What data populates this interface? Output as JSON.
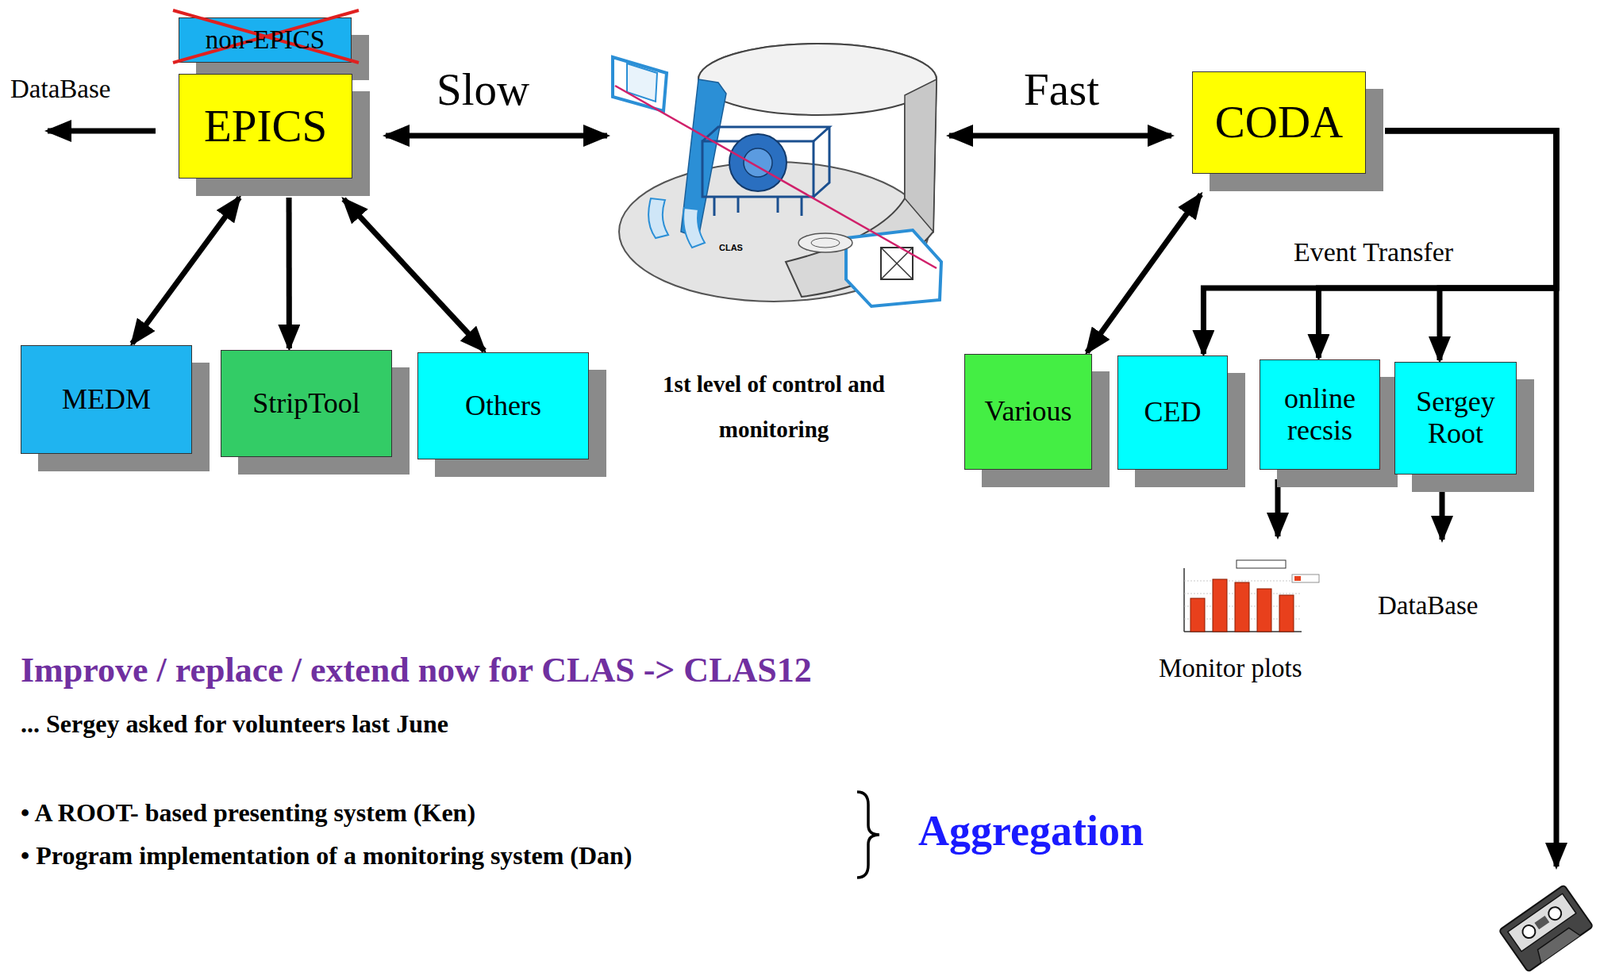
{
  "diagram": {
    "nodes": [
      {
        "text": [
          "non-EPICS"
        ]
      },
      {
        "text": [
          "EPICS"
        ]
      },
      {
        "text": [
          "CODA"
        ]
      },
      {
        "text": [
          "MEDM"
        ]
      },
      {
        "text": [
          "StripTool"
        ]
      },
      {
        "text": [
          "Others"
        ]
      },
      {
        "text": [
          "Various"
        ]
      },
      {
        "text": [
          "CED"
        ]
      },
      {
        "text": [
          "online recsis"
        ]
      },
      {
        "text": [
          "Sergey Root"
        ]
      }
    ],
    "edges": [
      {
        "from": 1,
        "to": 3,
        "arrow": "both"
      },
      {
        "from": 1,
        "to": 4,
        "arrow": "to"
      },
      {
        "from": 1,
        "to": 5,
        "arrow": "both"
      },
      {
        "from": 2,
        "to": 6,
        "arrow": "both"
      },
      {
        "from": 2,
        "to": 7,
        "arrow": "to"
      },
      {
        "from": 2,
        "to": 8,
        "arrow": "to"
      },
      {
        "from": 2,
        "to": 9,
        "arrow": "to"
      }
    ],
    "labels": [
      "DataBase",
      "Slow",
      "Fast",
      "Event Transfer",
      "CLAS",
      "1st level of control and monitoring",
      "Monitor plots",
      "DataBase",
      "Improve / replace / extend now for CLAS -> CLAS12",
      "... Sergey asked for volunteers last June",
      "• A ROOT- based presenting system (Ken)",
      "• Program implementation of a monitoring system (Dan)",
      "Aggregation"
    ]
  }
}
